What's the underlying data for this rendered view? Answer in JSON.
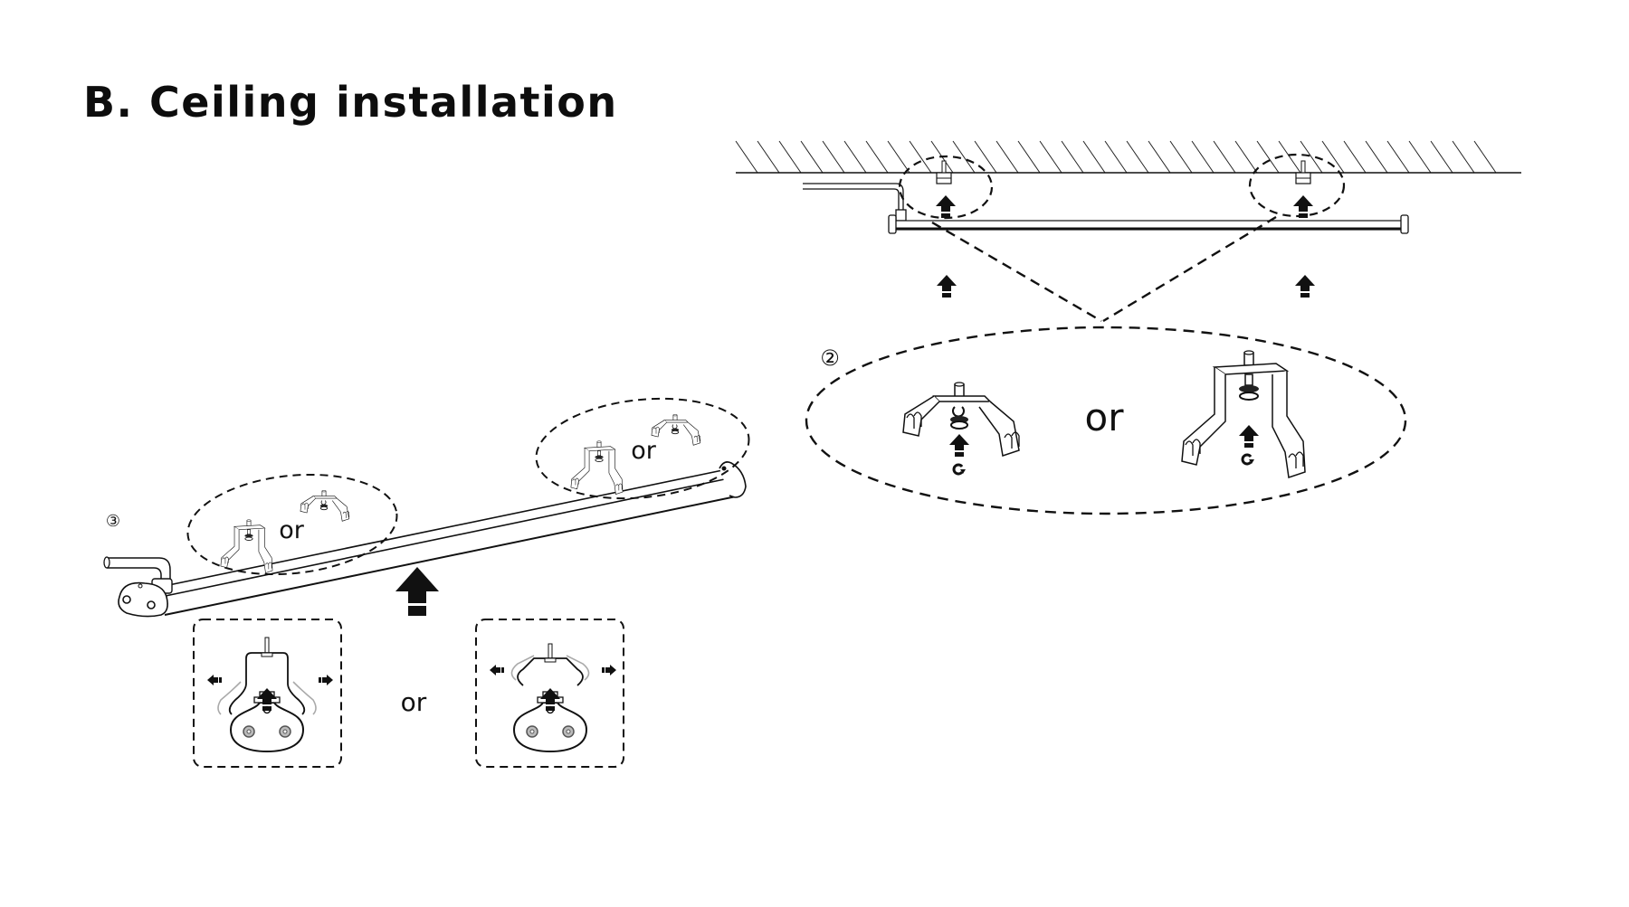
{
  "page": {
    "title": "B. Ceiling installation"
  },
  "steps": {
    "step2": {
      "number": "②",
      "separator": "or",
      "options": [
        "clip-type-a",
        "clip-type-b"
      ],
      "actions": [
        "push-up-arrow",
        "rotate-icon"
      ]
    },
    "step3": {
      "number": "③",
      "separator_top_left": "or",
      "separator_top_right": "or",
      "separator_bottom": "or"
    }
  },
  "colors": {
    "ink": "#111111",
    "light_ink": "#9a9a9a",
    "background": "#ffffff"
  }
}
